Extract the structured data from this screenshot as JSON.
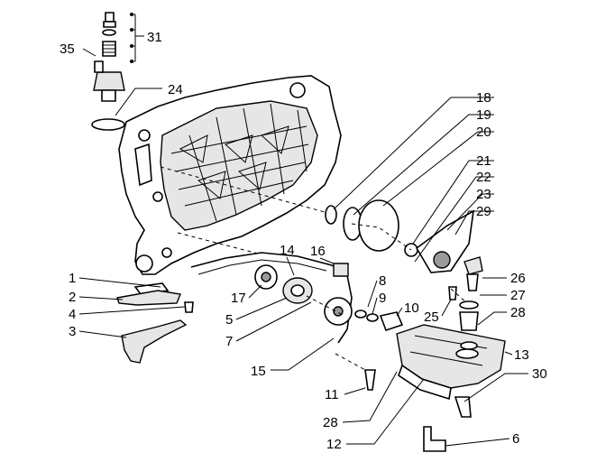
{
  "callouts": [
    {
      "id": "c31",
      "text": "31"
    },
    {
      "id": "c35",
      "text": "35"
    },
    {
      "id": "c24",
      "text": "24"
    },
    {
      "id": "c18",
      "text": "18"
    },
    {
      "id": "c19",
      "text": "19"
    },
    {
      "id": "c20",
      "text": "20"
    },
    {
      "id": "c21",
      "text": "21"
    },
    {
      "id": "c22",
      "text": "22"
    },
    {
      "id": "c23",
      "text": "23"
    },
    {
      "id": "c29",
      "text": "29"
    },
    {
      "id": "c14",
      "text": "14"
    },
    {
      "id": "c16",
      "text": "16"
    },
    {
      "id": "c26",
      "text": "26"
    },
    {
      "id": "c27",
      "text": "27"
    },
    {
      "id": "c28a",
      "text": "28"
    },
    {
      "id": "c8",
      "text": "8"
    },
    {
      "id": "c9",
      "text": "9"
    },
    {
      "id": "c10",
      "text": "10"
    },
    {
      "id": "c25",
      "text": "25"
    },
    {
      "id": "c17",
      "text": "17"
    },
    {
      "id": "c5",
      "text": "5"
    },
    {
      "id": "c7",
      "text": "7"
    },
    {
      "id": "c1",
      "text": "1"
    },
    {
      "id": "c2",
      "text": "2"
    },
    {
      "id": "c4",
      "text": "4"
    },
    {
      "id": "c3",
      "text": "3"
    },
    {
      "id": "c15",
      "text": "15"
    },
    {
      "id": "c13",
      "text": "13"
    },
    {
      "id": "c30",
      "text": "30"
    },
    {
      "id": "c11",
      "text": "11"
    },
    {
      "id": "c28b",
      "text": "28"
    },
    {
      "id": "c12",
      "text": "12"
    },
    {
      "id": "c6",
      "text": "6"
    }
  ]
}
